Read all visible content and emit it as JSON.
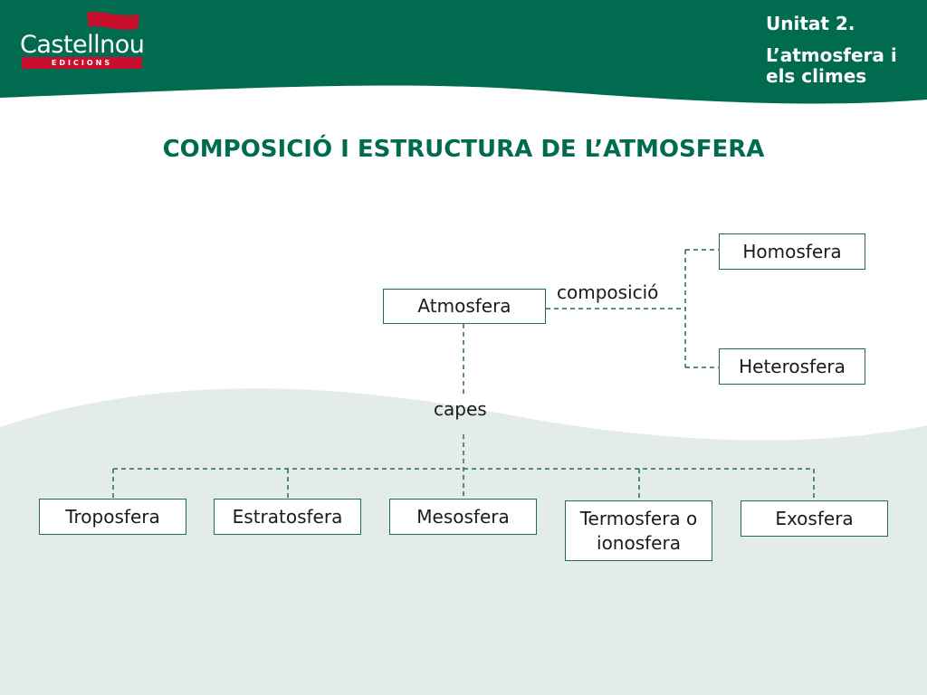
{
  "header": {
    "publisher_name": "Castellnou",
    "publisher_tag": "EDICIONS",
    "unit_title": "Unitat 2.",
    "unit_subtitle": "L’atmosfera i els climes"
  },
  "title": "COMPOSICIÓ I ESTRUCTURA DE L’ATMOSFERA",
  "diagram": {
    "root": "Atmosfera",
    "composition_label": "composició",
    "composition": [
      "Homosfera",
      "Heterosfera"
    ],
    "layers_label": "capes",
    "layers": [
      "Troposfera",
      "Estratosfera",
      "Mesosfera",
      "Termosfera o ionosfera",
      "Exosfera"
    ]
  },
  "colors": {
    "header_green": "#006b4f",
    "title_green": "#006b4f",
    "line_green": "#1d6e56",
    "wave_light": "#e3ece8",
    "brand_red": "#c8102e"
  }
}
